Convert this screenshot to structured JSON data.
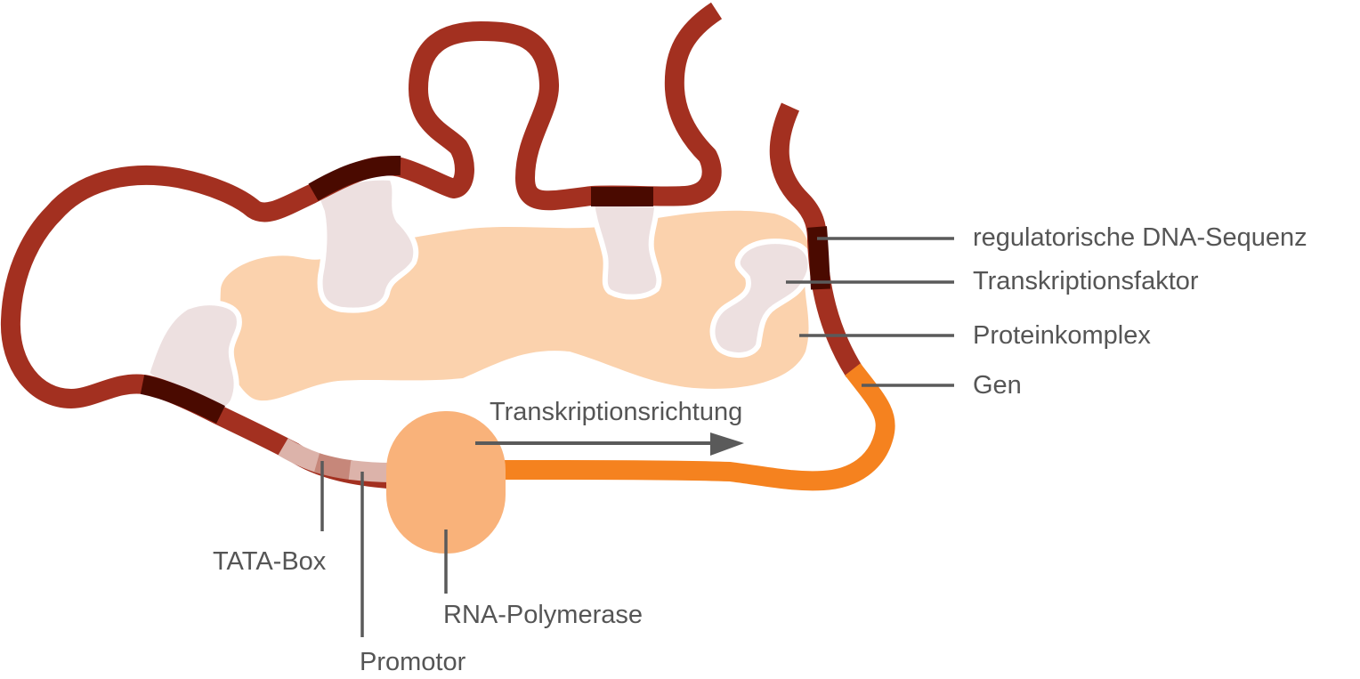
{
  "labels": {
    "regulatory_sequence": "regulatorische DNA-Sequenz",
    "transcription_factor": "Transkriptionsfaktor",
    "protein_complex": "Proteinkomplex",
    "gene": "Gen",
    "transcription_direction": "Transkriptionsrichtung",
    "tata_box": "TATA-Box",
    "promoter": "Promotor",
    "rna_polymerase": "RNA-Polymerase"
  },
  "colors": {
    "dna_strand": "#a33020",
    "regulatory_sequence": "#4a0a00",
    "gene": "#f5821f",
    "protein_complex": "#fbd2ad",
    "transcription_factor": "#ede0e0",
    "rna_polymerase": "#f9b27a",
    "promoter": "#dcb3aa",
    "tata_box": "#c6877a",
    "label_text": "#555555",
    "arrow": "#5a5a5a"
  }
}
